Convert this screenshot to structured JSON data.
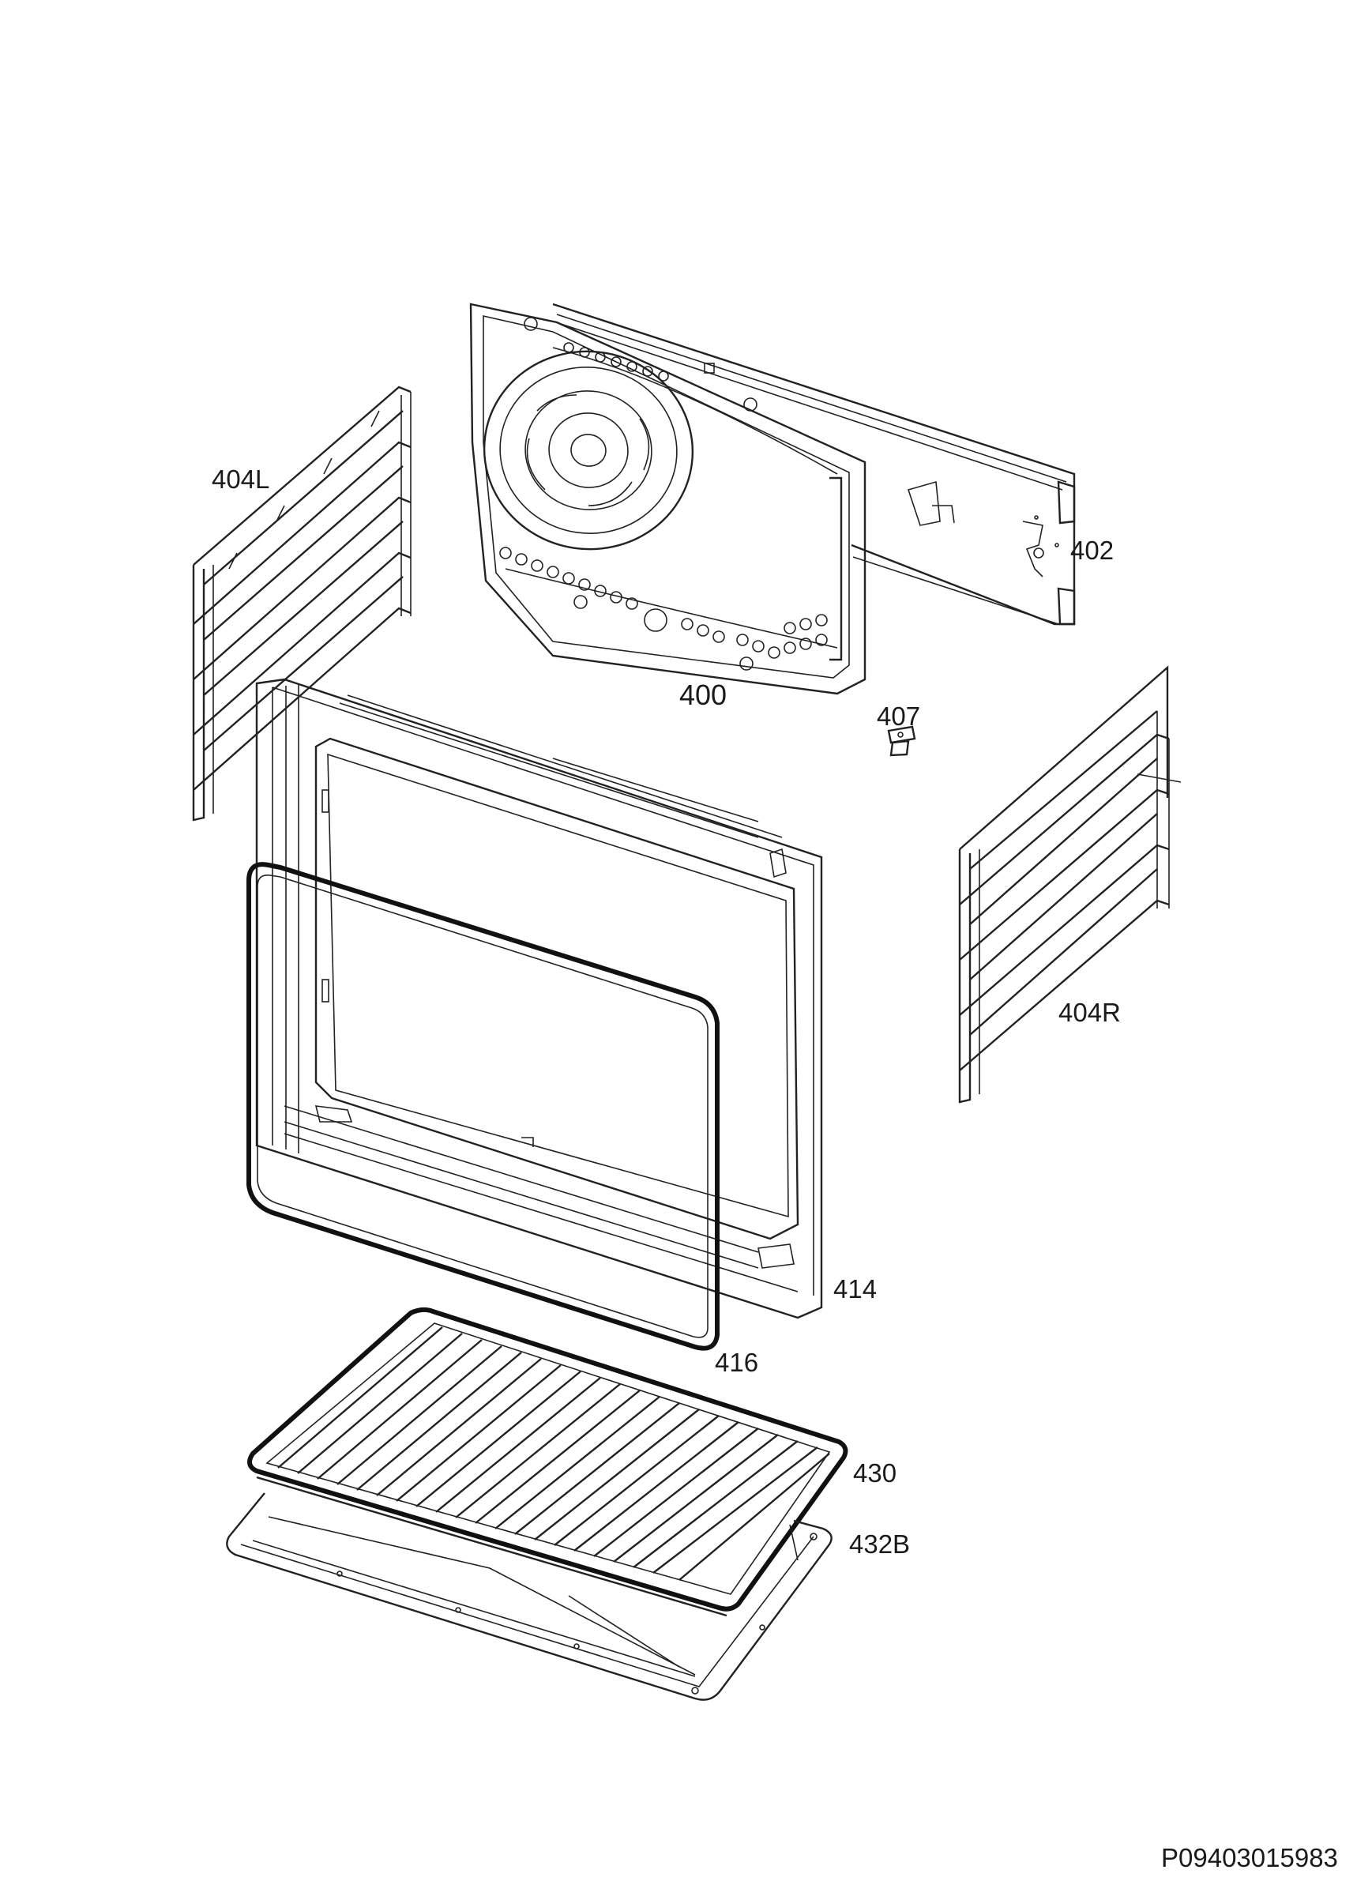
{
  "labels": {
    "rack_left": "404L",
    "back_panel": "400",
    "fan_cover": "402",
    "clip": "407",
    "rack_right": "404R",
    "door_frame": "414",
    "gasket": "416",
    "grill_rack": "430",
    "tray": "432B"
  },
  "document": {
    "code": "P09403015983"
  },
  "colors": {
    "line": "#222222",
    "background": "#ffffff"
  }
}
